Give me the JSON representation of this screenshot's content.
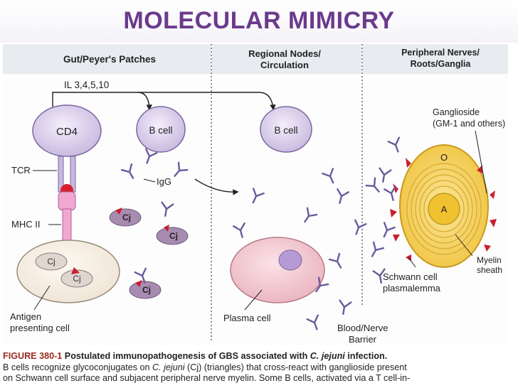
{
  "slide": {
    "title": "MOLECULAR MIMICRY"
  },
  "diagram": {
    "panels": {
      "gut_title": "Gut/Peyer's Patches",
      "nodes_title_line1": "Regional Nodes/",
      "nodes_title_line2": "Circulation",
      "nerves_title_line1": "Peripheral Nerves/",
      "nerves_title_line2": "Roots/Ganglia"
    },
    "labels": {
      "interleukins": "IL 3,4,5,10",
      "cd4": "CD4",
      "b_cell": "B cell",
      "tcr": "TCR",
      "mhc": "MHC II",
      "igg": "IgG",
      "cj": "Cj",
      "apc_line1": "Antigen",
      "apc_line2": "presenting cell",
      "plasma_cell": "Plasma cell",
      "barrier_line1": "Blood/Nerve",
      "barrier_line2": "Barrier",
      "ganglioside_line1": "Ganglioside",
      "ganglioside_line2": "(GM-1 and others)",
      "node_o": "O",
      "node_a": "A",
      "myelin_line1": "Myelin",
      "myelin_line2": "sheath",
      "schwann_line1": "Schwann cell",
      "schwann_line2": "plasmalemma"
    }
  },
  "caption": {
    "figure_label": "FIGURE 380-1",
    "figure_title": "Postulated immunopathogenesis of GBS associated with",
    "organism": "C. jejuni",
    "title_end": "infection.",
    "line2_a": "B cells recognize glycoconjugates on",
    "line2_organism": "C. jejuni",
    "line2_b": "(Cj) (triangles) that cross-react with ganglioside present",
    "line3": "on Schwann cell surface and subjacent peripheral nerve myelin. Some B cells, activated via a T cell-in-"
  },
  "colors": {
    "title": "#6b3a8c",
    "cell_fill": "#dcd0ec",
    "cell_stroke": "#7a68a0",
    "antibody": "#6b5a9c",
    "cj_fill": "#a88bb0",
    "triangle": "#c82030",
    "schwann_fill": "#f6d35a",
    "plasma_fill": "#f2c2cc",
    "figure_label": "#9a2b20"
  }
}
